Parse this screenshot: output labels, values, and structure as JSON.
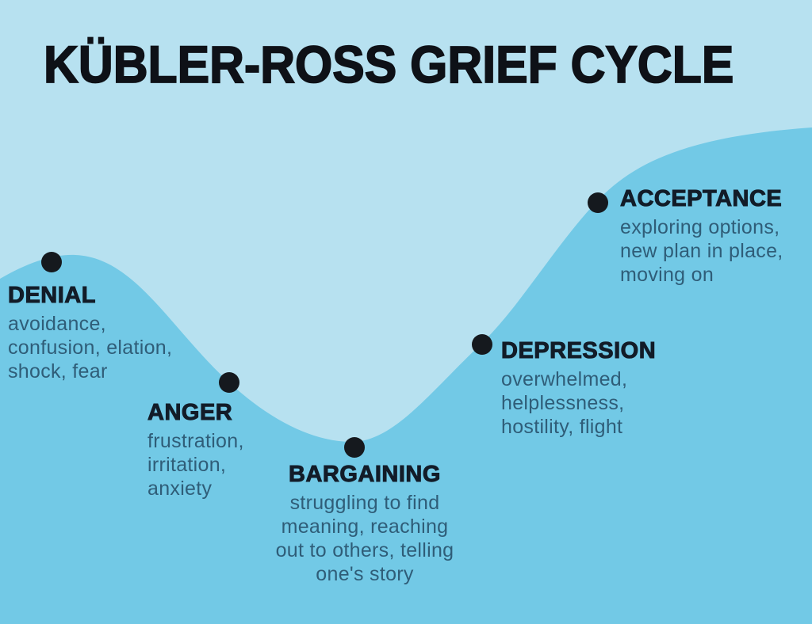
{
  "title": "KÜBLER-ROSS GRIEF CYCLE",
  "colors": {
    "background": "#b7e1f0",
    "wave": "#72c9e6",
    "heading_text": "#121c28",
    "body_text": "#2f5d78",
    "dot": "#15191e",
    "title_text": "#0e1117"
  },
  "stages": [
    {
      "name": "DENIAL",
      "desc_lines": [
        "avoidance,",
        "confusion, elation,",
        "shock, fear"
      ]
    },
    {
      "name": "ANGER",
      "desc_lines": [
        "frustration,",
        "irritation,",
        "anxiety"
      ]
    },
    {
      "name": "BARGAINING",
      "desc_lines": [
        "struggling to find",
        "meaning, reaching",
        "out to others, telling",
        "one's story"
      ]
    },
    {
      "name": "DEPRESSION",
      "desc_lines": [
        "overwhelmed,",
        "helplessness,",
        "hostility, flight"
      ]
    },
    {
      "name": "ACCEPTANCE",
      "desc_lines": [
        "exploring options,",
        "new plan in place,",
        "moving on"
      ]
    }
  ]
}
